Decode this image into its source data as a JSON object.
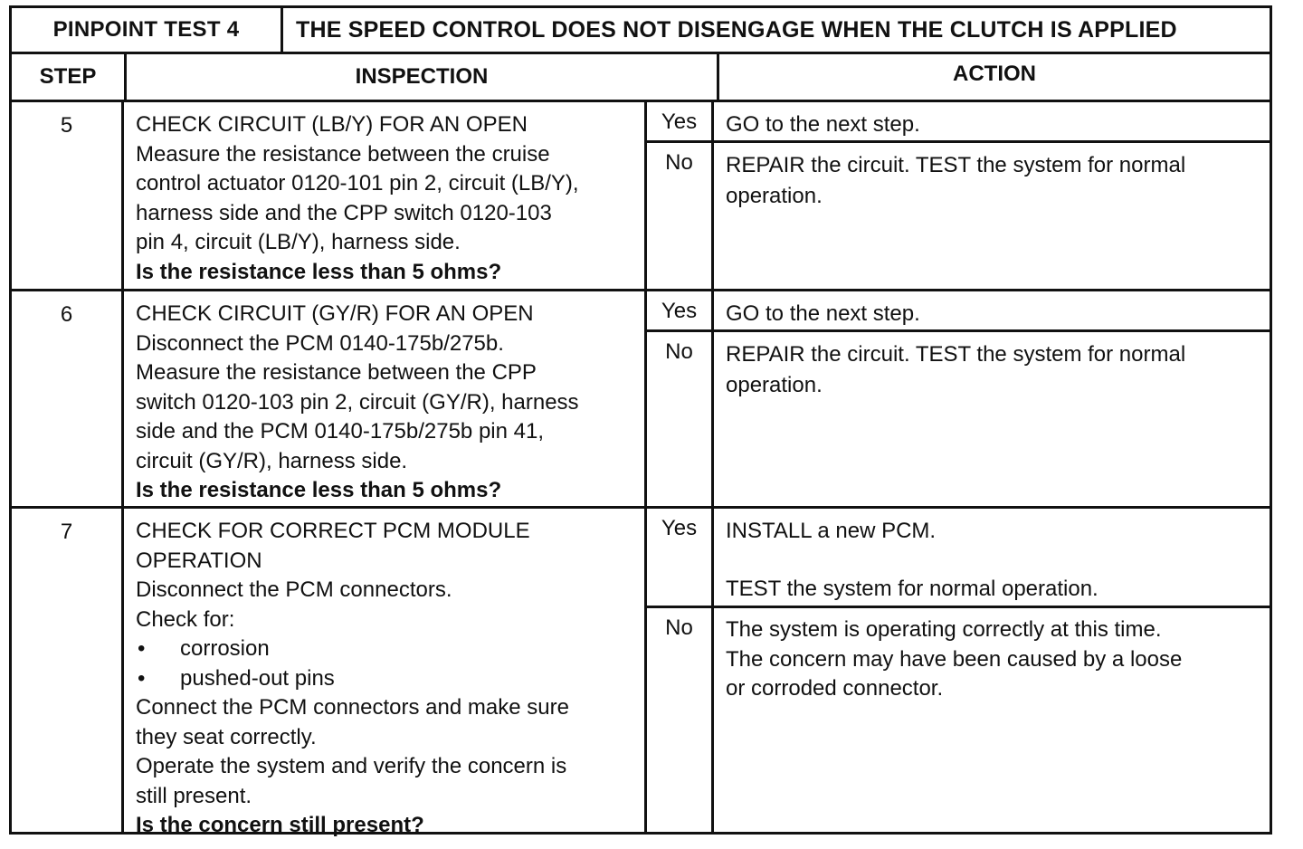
{
  "header": {
    "test_label": "PINPOINT TEST 4",
    "test_title": "THE SPEED CONTROL DOES NOT DISENGAGE WHEN THE CLUTCH IS APPLIED"
  },
  "columns": {
    "step": "STEP",
    "inspection": "INSPECTION",
    "action": "ACTION"
  },
  "steps": [
    {
      "number": "5",
      "inspection": {
        "heading": "CHECK CIRCUIT (LB/Y) FOR AN OPEN",
        "lines": [
          "Measure the resistance between the cruise",
          "control actuator 0120-101 pin 2, circuit (LB/Y),",
          "harness side and the CPP switch 0120-103",
          "pin 4, circuit (LB/Y), harness side."
        ],
        "question": "Is the resistance less than 5 ohms?"
      },
      "yes": {
        "label": "Yes",
        "lines": [
          "GO to the next step."
        ]
      },
      "no": {
        "label": "No",
        "lines": [
          "REPAIR the circuit.  TEST the system for normal",
          "operation."
        ]
      }
    },
    {
      "number": "6",
      "inspection": {
        "heading": "CHECK CIRCUIT (GY/R) FOR AN OPEN",
        "lines": [
          "Disconnect the PCM 0140-175b/275b.",
          "Measure the resistance between the CPP",
          "switch 0120-103 pin 2, circuit (GY/R), harness",
          "side and the PCM 0140-175b/275b pin 41,",
          "circuit (GY/R), harness side."
        ],
        "question": "Is the resistance less than 5 ohms?"
      },
      "yes": {
        "label": "Yes",
        "lines": [
          "GO to the next step."
        ]
      },
      "no": {
        "label": "No",
        "lines": [
          "REPAIR the circuit.  TEST the system for normal",
          "operation."
        ]
      }
    },
    {
      "number": "7",
      "inspection": {
        "heading_lines": [
          "CHECK FOR CORRECT PCM MODULE",
          "OPERATION"
        ],
        "line_a": "Disconnect the PCM connectors.",
        "line_b": "Check for:",
        "bullet_symbol": "•",
        "bullets": [
          "corrosion",
          "pushed-out pins"
        ],
        "lines_after": [
          "Connect the PCM connectors and make sure",
          "they seat correctly.",
          "Operate the system and verify the concern is",
          "still present."
        ],
        "question": "Is the concern still present?"
      },
      "yes": {
        "label": "Yes",
        "line_1": "INSTALL a new PCM.",
        "line_2": "TEST the system for normal operation."
      },
      "no": {
        "label": "No",
        "lines": [
          "The system is operating correctly at this time.",
          "The concern may have been caused by a loose",
          "or corroded connector."
        ]
      }
    }
  ]
}
